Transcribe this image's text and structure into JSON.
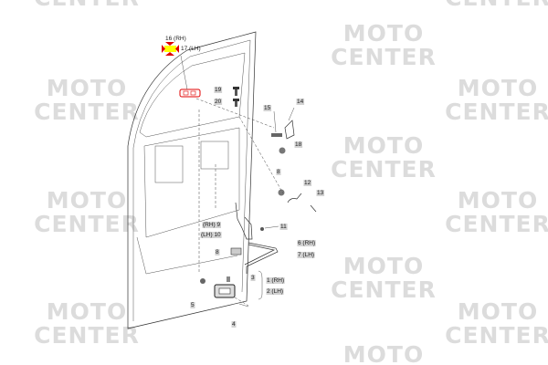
{
  "watermark": {
    "line1": "MOTO",
    "line2": "CENTER"
  },
  "highlight_color": "#e00000",
  "marker_color": "#ffff00",
  "callouts": [
    {
      "id": "16",
      "text": "16 (RH)"
    },
    {
      "id": "17",
      "text": "17 (LH)"
    },
    {
      "id": "19",
      "text": "19"
    },
    {
      "id": "20",
      "text": "20"
    },
    {
      "id": "15",
      "text": "15"
    },
    {
      "id": "14",
      "text": "14"
    },
    {
      "id": "18",
      "text": "18"
    },
    {
      "id": "8a",
      "text": "8"
    },
    {
      "id": "12",
      "text": "12"
    },
    {
      "id": "13",
      "text": "13"
    },
    {
      "id": "9",
      "text": "(RH) 9"
    },
    {
      "id": "10",
      "text": "(LH) 10"
    },
    {
      "id": "11",
      "text": "11"
    },
    {
      "id": "8b",
      "text": "8"
    },
    {
      "id": "6",
      "text": "6 (RH)"
    },
    {
      "id": "7",
      "text": "7 (LH)"
    },
    {
      "id": "3",
      "text": "3"
    },
    {
      "id": "1",
      "text": "1 (RH)"
    },
    {
      "id": "2",
      "text": "2 (LH)"
    },
    {
      "id": "5",
      "text": "5"
    },
    {
      "id": "4",
      "text": "4"
    }
  ]
}
